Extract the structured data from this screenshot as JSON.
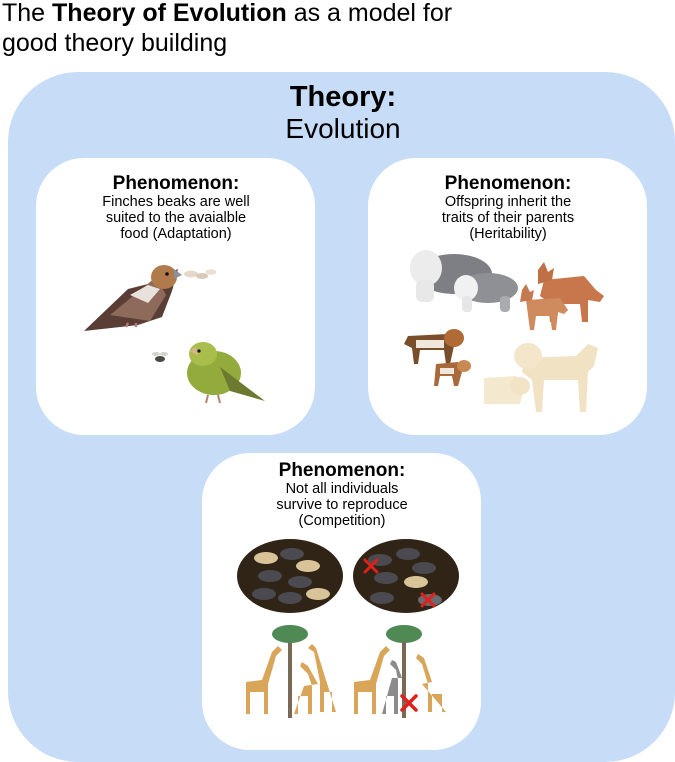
{
  "title": {
    "pre": "The ",
    "bold": "Theory of Evolution",
    "line1_post": " as a model for",
    "line2": "good theory building"
  },
  "theory": {
    "label": "Theory:",
    "name": "Evolution"
  },
  "phenomena": [
    {
      "heading": "Phenomenon:",
      "lines": [
        "Finches beaks are well",
        "suited to the avaialble",
        "food (Adaptation)"
      ]
    },
    {
      "heading": "Phenomenon:",
      "lines": [
        "Offspring inherit the",
        "traits of their parents",
        "(Heritability)"
      ]
    },
    {
      "heading": "Phenomenon:",
      "lines": [
        "Not all individuals",
        "survive to reproduce",
        "(Competition)"
      ]
    }
  ],
  "colors": {
    "theory_background": "#c7dcf7",
    "card_background": "#ffffff",
    "habitat_dark": "#2f2416",
    "cross_red": "#e0201b",
    "finch_brown": "#6b4a3a",
    "finch_green": "#8aa33a",
    "giraffe": "#d9a558"
  },
  "icons": [
    "hawfinch-icon",
    "seed-icon",
    "greenfinch-icon",
    "fly-icon",
    "sheepdog-icon",
    "dingo-icon",
    "beagle-icon",
    "labrador-icon",
    "mouse-icon",
    "giraffe-icon",
    "tree-icon",
    "red-cross-icon"
  ]
}
